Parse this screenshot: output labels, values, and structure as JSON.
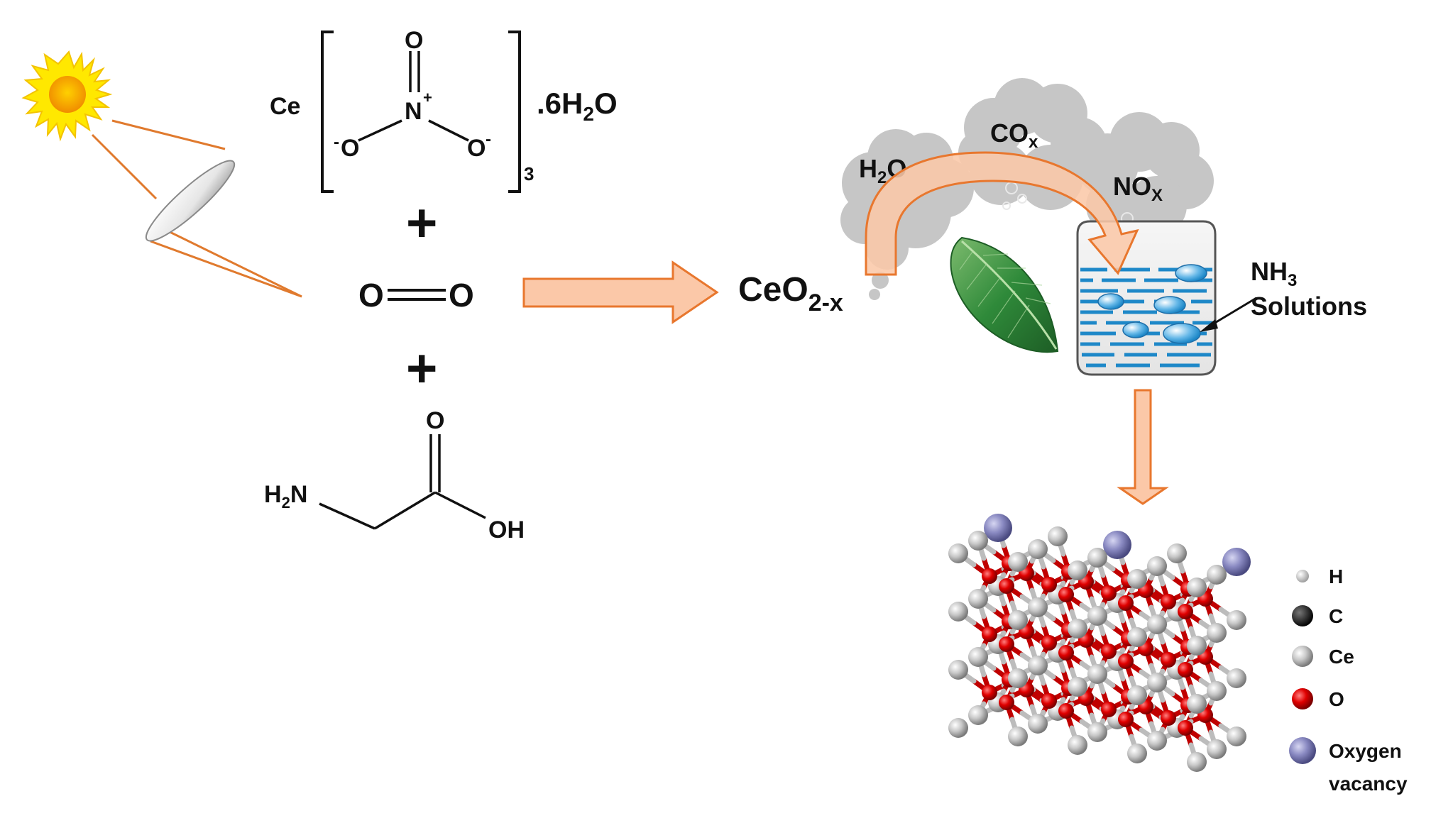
{
  "reactants": {
    "cerium_nitrate": {
      "metal": "Ce",
      "nitrate_O_top": "O",
      "nitrate_N": "N",
      "nitrate_charge_plus": "+",
      "nitrate_O_left": "O",
      "nitrate_O_right": "O",
      "minus": "-",
      "subscript": "3",
      "hydrate_prefix": ".6H",
      "hydrate_sub": "2",
      "hydrate_suffix": "O"
    },
    "plus_1": "+",
    "oxygen_left": "O",
    "oxygen_right": "O",
    "plus_2": "+",
    "glycine": {
      "carbonyl_O": "O",
      "amine_H": "H",
      "amine_sub": "2",
      "amine_N": "N",
      "hydroxyl": "OH"
    }
  },
  "product": {
    "base": "CeO",
    "subscript": "2-x"
  },
  "gases": {
    "h2o_H": "H",
    "h2o_sub": "2",
    "h2o_O": "O",
    "cox_base": "CO",
    "cox_sub": "x",
    "nox_base": "NO",
    "nox_sub": "X"
  },
  "solution_label": {
    "nh_base": "NH",
    "nh_sub": "3",
    "line2": "Solutions"
  },
  "legend": [
    {
      "label": "H",
      "color": "#d9d9d9",
      "size": "small"
    },
    {
      "label": "C",
      "color": "#1a1a1a",
      "size": "medium"
    },
    {
      "label": "Ce",
      "color": "#bdbdbd",
      "size": "medium"
    },
    {
      "label": "O",
      "color": "#d80000",
      "size": "medium"
    },
    {
      "label": "Oxygen",
      "label2": "vacancy",
      "color": "#8a8ac2",
      "size": "large"
    }
  ],
  "colors": {
    "arrow_fill": "#fbc8a8",
    "arrow_stroke": "#e8772e",
    "light_rays": "#e07a2e",
    "sun_outer": "#ffe800",
    "sun_inner": "#f5a600",
    "cloud": "#c8c8c8",
    "water": "#1e88c8",
    "leaf": "#2f8a3a",
    "ce_atom": "#bdbdbd",
    "o_atom": "#d80000",
    "vacancy_atom": "#8a8ac2"
  }
}
